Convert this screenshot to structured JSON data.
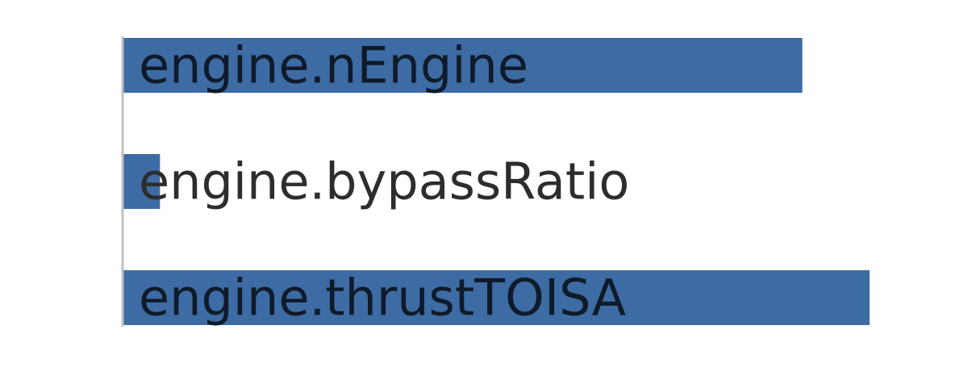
{
  "chart_data": {
    "type": "bar",
    "orientation": "horizontal",
    "categories": [
      "engine.nEngine",
      "engine.bypassRatio",
      "engine.thrustTOISA"
    ],
    "values": [
      0.91,
      0.05,
      1.0
    ],
    "title": "",
    "xlabel": "",
    "ylabel": "",
    "xlim": [
      0,
      1.0
    ],
    "grid": false,
    "legend": "none",
    "colors": {
      "bar": "#3d6ca4",
      "label_on_bar": "#0f1a2a",
      "label_off_bar": "#2d2d2d",
      "axis": "#c0c0c0"
    }
  }
}
